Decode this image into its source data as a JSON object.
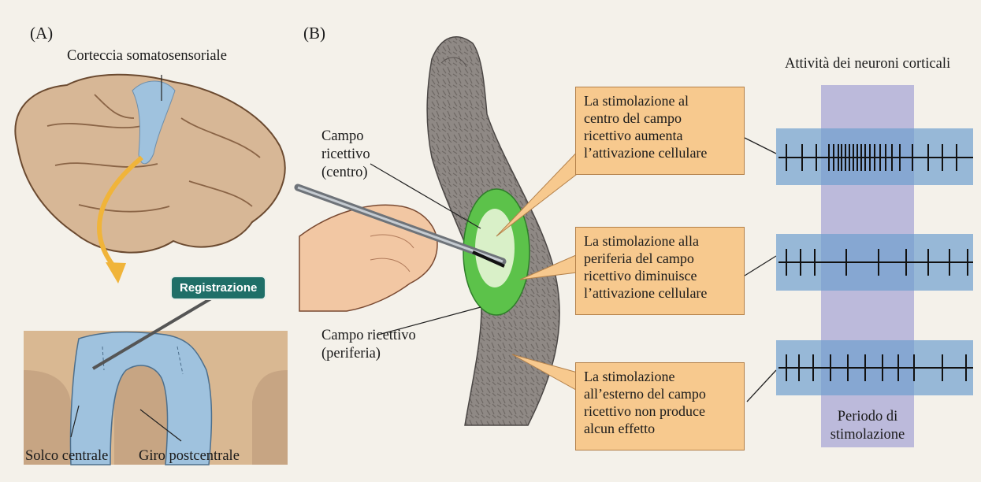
{
  "panel_a": {
    "letter": "(A)",
    "cortex_label": "Corteccia somatosensoriale",
    "recording_badge": "Registrazione",
    "central_sulcus_label": "Solco centrale",
    "postcentral_gyrus_label": "Giro postcentrale"
  },
  "panel_b": {
    "letter": "(B)",
    "rf_center_label": [
      "Campo",
      "ricettivo",
      "(centro)"
    ],
    "rf_periphery_label": [
      "Campo ricettivo",
      "(periferia)"
    ],
    "callouts": [
      [
        "La stimolazione al",
        "centro del campo",
        "ricettivo aumenta",
        "l’attivazione cellulare"
      ],
      [
        "La stimolazione alla",
        "periferia del campo",
        "ricettivo diminuisce",
        "l’attivazione cellulare"
      ],
      [
        "La stimolazione",
        "all’esterno del campo",
        "ricettivo non produce",
        "alcun effetto"
      ]
    ],
    "activity_title": "Attività dei neuroni corticali",
    "stim_period_label": [
      "Periodo di",
      "stimolazione"
    ]
  },
  "colors": {
    "cortex_blue": "#9fc2de",
    "callout_fill": "#f7c98e",
    "rf_center": "#d9f0c8",
    "rf_periphery": "#5cc24a",
    "trace_band": "#6f9fcf",
    "stim_band": "#a9a7d6",
    "badge": "#1f6f68"
  }
}
